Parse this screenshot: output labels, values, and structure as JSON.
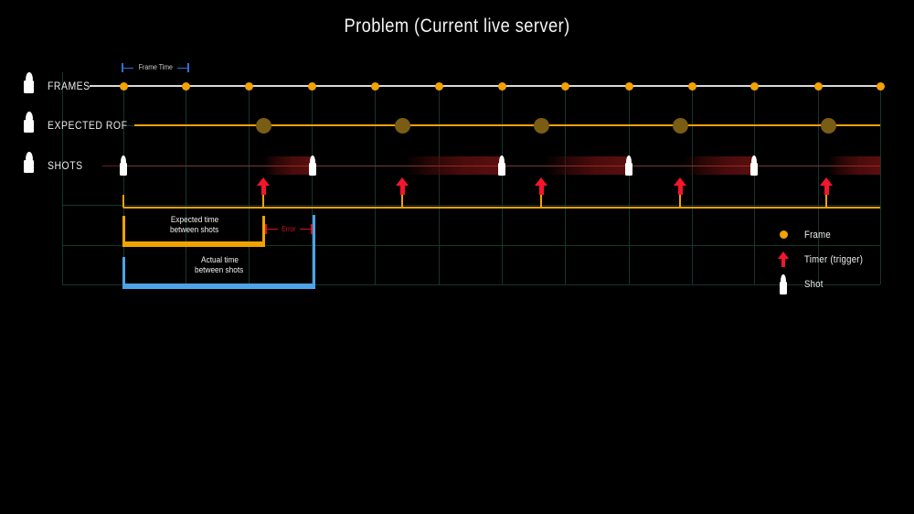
{
  "title": "Problem (Current live server)",
  "row_labels": {
    "frames": "FRAMES",
    "expected_rof": "EXPECTED ROF",
    "shots": "SHOTS"
  },
  "annotations": {
    "frame_time": "Frame Time",
    "expected_line1": "Expected time",
    "expected_line2": "between shots",
    "error": "Error",
    "actual_line1": "Actual time",
    "actual_line2": "between shots"
  },
  "legend": {
    "items": [
      {
        "icon": "frame-dot-icon",
        "label": "Frame"
      },
      {
        "icon": "timer-arrow-icon",
        "label": "Timer (trigger)"
      },
      {
        "icon": "shot-bullet-icon",
        "label": "Shot"
      }
    ]
  },
  "chart_data": {
    "type": "timeline-diagram",
    "rows": [
      "FRAMES",
      "EXPECTED ROF",
      "SHOTS"
    ],
    "row_ys": {
      "frames": 94,
      "rof": 137,
      "shots": 181,
      "timeline": 227
    },
    "grid_col_xs": [
      68,
      135,
      203,
      272,
      341,
      410,
      480,
      549,
      618,
      688,
      757,
      825,
      895,
      963
    ],
    "grid_row_ys": [
      94,
      137.4,
      180.8,
      224.2,
      267.6,
      311
    ],
    "frame_xs": [
      135,
      203,
      272,
      341,
      410,
      480,
      549,
      618,
      688,
      757,
      825,
      895,
      963
    ],
    "rof_circle_xs": [
      288,
      440,
      592,
      744,
      906
    ],
    "shot_xs": [
      135,
      342,
      549,
      688,
      825
    ],
    "trigger_xs": [
      288,
      440,
      592,
      744,
      904
    ],
    "tick_xs": [
      135,
      288,
      440,
      592,
      744,
      904
    ],
    "blur_spans": [
      [
        288,
        342
      ],
      [
        443,
        549
      ],
      [
        596,
        688
      ],
      [
        748,
        825
      ],
      [
        905,
        963
      ]
    ],
    "expected_span": [
      135,
      289
    ],
    "actual_span": [
      135,
      344
    ],
    "error_span": [
      289,
      342
    ],
    "frame_time_span": [
      133,
      207
    ]
  },
  "colors": {
    "frame_dot": "#f2a202",
    "rof_circle": "#7a5d14",
    "frames_line": "#d9d9d9",
    "rof_line": "#f0a202",
    "shots_line": "rgba(220,60,60,0.5)",
    "blur": "#4e0c0c",
    "arrow": "#f5152c",
    "amber": "#f0a202",
    "blue": "#4da2e8",
    "error": "#d41328",
    "frame_time_blue": "#2f6fd0",
    "grid": "#15352e"
  }
}
